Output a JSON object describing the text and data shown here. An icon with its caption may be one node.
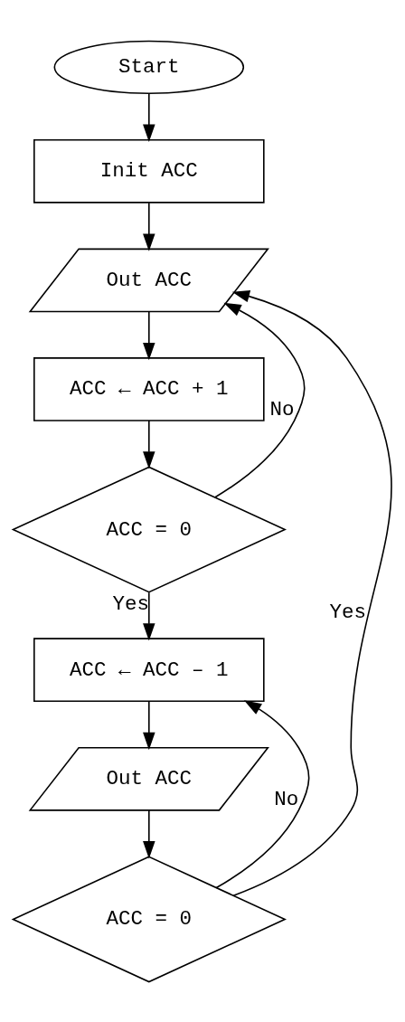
{
  "diagram": {
    "nodes": [
      {
        "text": [
          "Start"
        ]
      },
      {
        "text": [
          "Init ACC"
        ]
      },
      {
        "text": [
          "Out ACC"
        ]
      },
      {
        "text": [
          "ACC ← ACC + 1"
        ]
      },
      {
        "text": [
          "ACC = 0"
        ]
      },
      {
        "text": [
          "ACC ← ACC – 1"
        ]
      },
      {
        "text": [
          "Out ACC"
        ]
      },
      {
        "text": [
          "ACC = 0"
        ]
      }
    ],
    "edges": [
      {
        "from": 0,
        "to": 1,
        "arrow": "to"
      },
      {
        "from": 1,
        "to": 2,
        "arrow": "to"
      },
      {
        "from": 2,
        "to": 3,
        "arrow": "to"
      },
      {
        "from": 3,
        "to": 4,
        "arrow": "to"
      },
      {
        "from": 4,
        "to": 2,
        "arrow": "to",
        "label": "No"
      },
      {
        "from": 4,
        "to": 5,
        "arrow": "to",
        "label": "Yes"
      },
      {
        "from": 5,
        "to": 6,
        "arrow": "to"
      },
      {
        "from": 6,
        "to": 7,
        "arrow": "to"
      },
      {
        "from": 7,
        "to": 5,
        "arrow": "to",
        "label": "No"
      },
      {
        "from": 7,
        "to": 2,
        "arrow": "to",
        "label": "Yes"
      }
    ]
  }
}
